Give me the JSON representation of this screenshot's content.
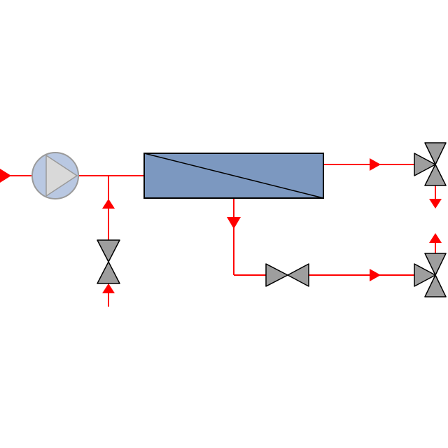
{
  "colors": {
    "line": "#ff0000",
    "arrow": "#ff0000",
    "valve_fill": "#9e9e9e",
    "valve_stroke": "#000000",
    "pump_fill": "#b9c8e2",
    "pump_stroke": "#9a9a9a",
    "pump_triangle": "#d9d9d9",
    "exchanger_fill": "#7c98c0",
    "exchanger_stroke": "#000000",
    "background": "#ffffff"
  },
  "components": {
    "pump": {
      "icon": "centrifugal-pump-icon"
    },
    "heat_exchanger": {
      "icon": "heat-exchanger-icon"
    },
    "valves": [
      {
        "id": "bypass-valve",
        "icon": "gate-valve-icon",
        "orientation": "vertical"
      },
      {
        "id": "bottom-valve",
        "icon": "gate-valve-icon",
        "orientation": "horizontal"
      },
      {
        "id": "top-three-way-valve",
        "icon": "three-way-valve-icon"
      },
      {
        "id": "bottom-three-way-valve",
        "icon": "three-way-valve-icon"
      }
    ]
  }
}
